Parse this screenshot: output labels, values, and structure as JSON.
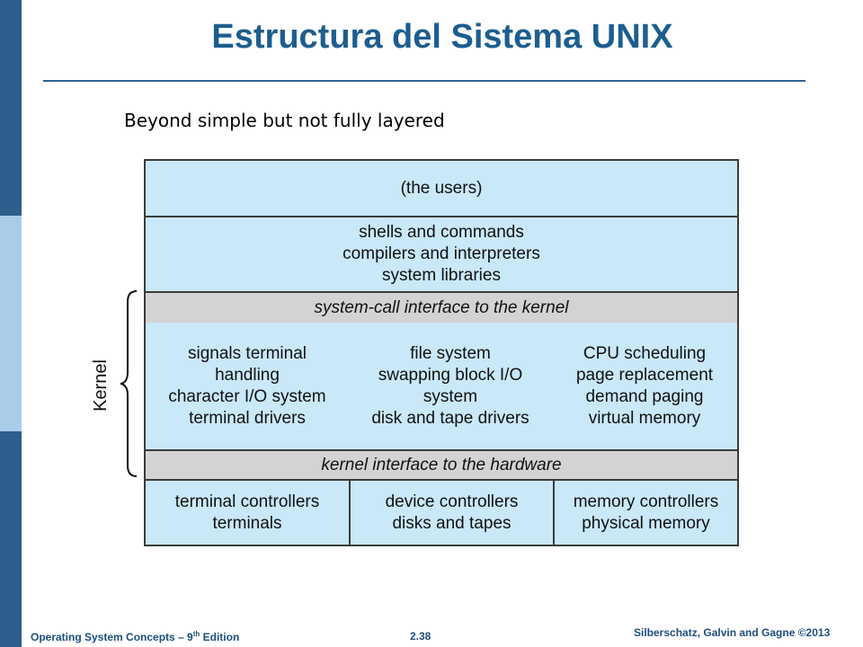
{
  "colors": {
    "title": "#1d5e8f",
    "rule": "#2c6492",
    "sidebar_dark": "#2e5f8c",
    "sidebar_light": "#a9cde9",
    "cell_fill": "#c9e8f8",
    "interface_fill": "#d3d3d3",
    "footer_text": "#1d4e7e"
  },
  "header": {
    "title": "Estructura del Sistema UNIX",
    "subtitle": "Beyond simple but not fully layered"
  },
  "diagram": {
    "kernel_label": "Kernel",
    "users": "(the users)",
    "shells": "shells and commands\ncompilers and interpreters\nsystem libraries",
    "syscall_interface": "system-call interface to the kernel",
    "kernel_columns": [
      "signals terminal\nhandling\ncharacter I/O system\nterminal drivers",
      "file system\nswapping block I/O\nsystem\ndisk and tape drivers",
      "CPU scheduling\npage replacement\ndemand paging\nvirtual memory"
    ],
    "hardware_interface": "kernel interface to the hardware",
    "hardware_columns": [
      "terminal controllers\nterminals",
      "device controllers\ndisks and tapes",
      "memory controllers\nphysical memory"
    ]
  },
  "footer": {
    "book_prefix": "Operating System Concepts – 9",
    "book_sup": "th",
    "book_suffix": " Edition",
    "page_number": "2.38",
    "authors": "Silberschatz, Galvin and Gagne ©2013"
  }
}
